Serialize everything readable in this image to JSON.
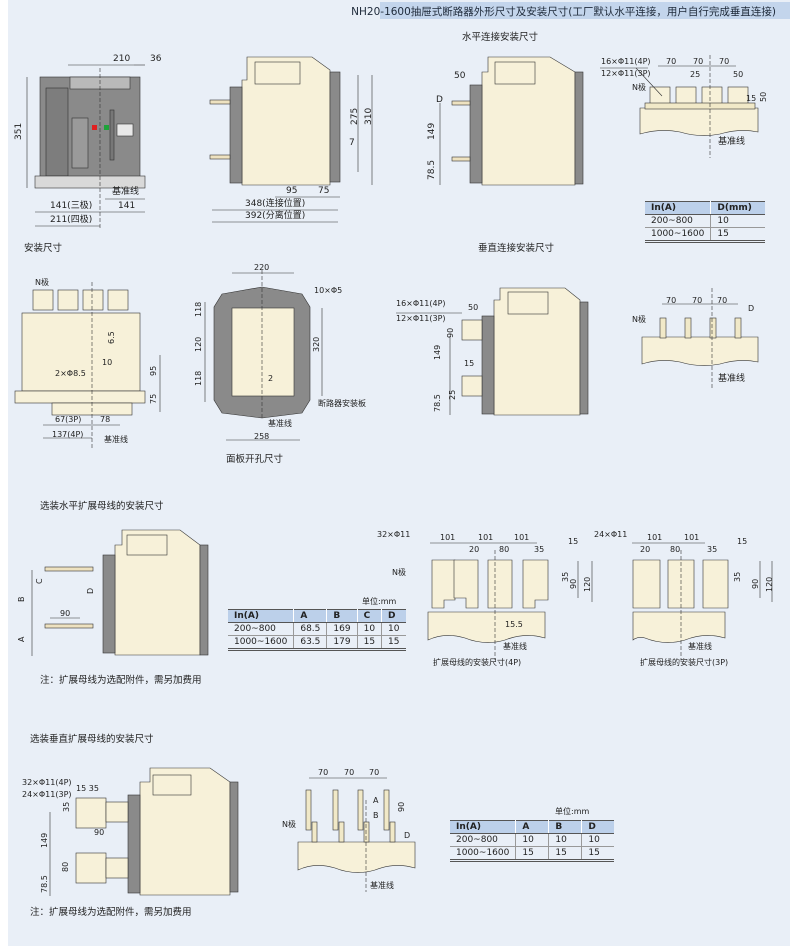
{
  "header": {
    "title": "NH20-1600抽屉式断路器外形尺寸及安装尺寸(工厂默认水平连接，用户自行完成垂直连接)"
  },
  "sections": {
    "horizontal": "水平连接安装尺寸",
    "install": "安装尺寸",
    "vertical": "垂直连接安装尺寸",
    "opt_horizontal": "选装水平扩展母线的安装尺寸",
    "opt_vertical": "选装垂直扩展母线的安装尺寸"
  },
  "common": {
    "datum": "基准线",
    "n_pole": "N极",
    "unit": "单位:mm",
    "note": "注：扩展母线为选配附件，需另加费用"
  },
  "front": {
    "w210": "210",
    "w36": "36",
    "h351": "351",
    "d141a": "141(三极)",
    "d141b": "141",
    "d211": "211(四极)"
  },
  "side": {
    "h275": "275",
    "h310": "310",
    "d7": "7",
    "d95": "95",
    "d75": "75",
    "d348": "348(连接位置)",
    "d392": "392(分离位置)"
  },
  "hconn": {
    "d50": "50",
    "dD": "D",
    "d149": "149",
    "d785": "78.5"
  },
  "hterm": {
    "holes4": "16×Φ11(4P)",
    "holes3": "12×Φ11(3P)",
    "d70a": "70",
    "d70b": "70",
    "d70c": "70",
    "d25": "25",
    "d50": "50",
    "d15": "15",
    "d50v": "50"
  },
  "table1": {
    "headers": [
      "In(A)",
      "D(mm)"
    ],
    "rows": [
      [
        "200~800",
        "10"
      ],
      [
        "1000~1600",
        "15"
      ]
    ]
  },
  "mount": {
    "d65": "6.5",
    "d10": "10",
    "d95": "95",
    "d75": "75",
    "holes": "2×Φ8.5",
    "d67": "67(3P)",
    "d78": "78",
    "d137": "137(4P)"
  },
  "cutout": {
    "d220": "220",
    "holes": "10×Φ5",
    "d118a": "118",
    "d120": "120",
    "d118b": "118",
    "d320": "320",
    "d2": "2",
    "plate": "断路器安装板",
    "d258": "258",
    "caption": "面板开孔尺寸"
  },
  "vconn": {
    "holes4": "16×Φ11(4P)",
    "holes3": "12×Φ11(3P)",
    "d50": "50",
    "d90": "90",
    "d149": "149",
    "d15": "15",
    "d25": "25",
    "d785": "78.5"
  },
  "vterm": {
    "d70a": "70",
    "d70b": "70",
    "d70c": "70",
    "dD": "D"
  },
  "ohb": {
    "C": "C",
    "B": "B",
    "A": "A",
    "D": "D",
    "d90": "90"
  },
  "table2": {
    "headers": [
      "In(A)",
      "A",
      "B",
      "C",
      "D"
    ],
    "rows": [
      [
        "200~800",
        "68.5",
        "169",
        "10",
        "10"
      ],
      [
        "1000~1600",
        "63.5",
        "179",
        "15",
        "15"
      ]
    ]
  },
  "bus4p": {
    "holes": "32×Φ11",
    "d101a": "101",
    "d101b": "101",
    "d101c": "101",
    "d20": "20",
    "d80": "80",
    "d35": "35",
    "d15": "15",
    "d35v": "35",
    "d90": "90",
    "d120": "120",
    "d155": "15.5",
    "caption": "扩展母线的安装尺寸(4P)"
  },
  "bus3p": {
    "holes": "24×Φ11",
    "d101a": "101",
    "d101b": "101",
    "d20": "20",
    "d80": "80",
    "d35": "35",
    "d15": "15",
    "d35v": "35",
    "d90": "90",
    "d120": "120",
    "caption": "扩展母线的安装尺寸(3P)"
  },
  "ovb": {
    "holes4": "32×Φ11(4P)",
    "holes3": "24×Φ11(3P)",
    "d1535": "15 35",
    "d35": "35",
    "d90": "90",
    "d149": "149",
    "d80": "80",
    "d785": "78.5"
  },
  "ovterm": {
    "d70a": "70",
    "d70b": "70",
    "d70c": "70",
    "A": "A",
    "B": "B",
    "d90": "90",
    "D": "D"
  },
  "table3": {
    "headers": [
      "In(A)",
      "A",
      "B",
      "D"
    ],
    "rows": [
      [
        "200~800",
        "10",
        "10",
        "10"
      ],
      [
        "1000~1600",
        "15",
        "15",
        "15"
      ]
    ]
  }
}
